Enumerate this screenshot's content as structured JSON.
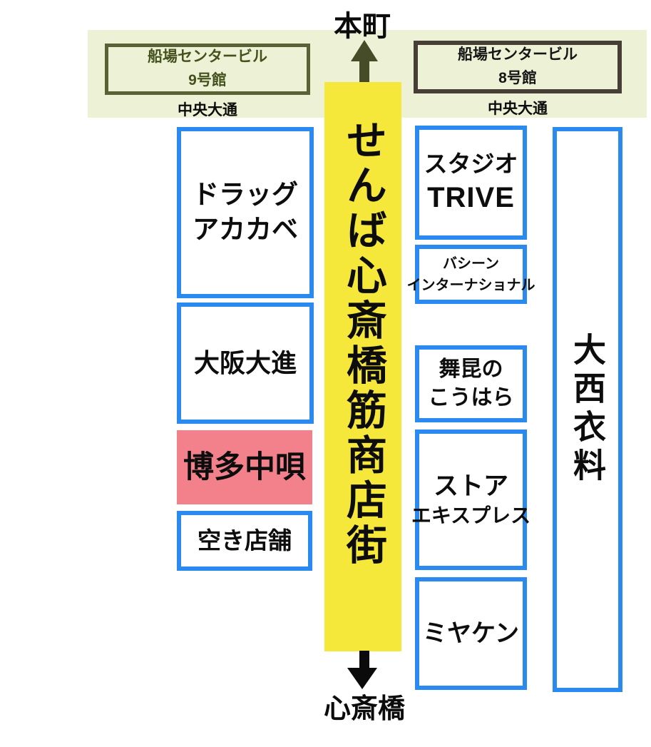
{
  "map": {
    "type": "shopping-street-map",
    "street": {
      "name": "せんば心斎橋筋商店街",
      "strip_color": "#f5e83a"
    },
    "directions": {
      "north": "本町",
      "south": "心斎橋"
    },
    "banner": {
      "background": "#edf2d6",
      "left_building": {
        "line1": "船場センタービル",
        "line2": "9号館",
        "street": "中央大通"
      },
      "right_building": {
        "line1": "船場センタービル",
        "line2": "8号館",
        "street": "中央大通"
      }
    },
    "west_shops": [
      {
        "line1": "ドラッグ",
        "line2": "アカカベ",
        "highlight": false
      },
      {
        "line1": "大阪大進",
        "highlight": false
      },
      {
        "line1": "博多中唄",
        "highlight": true,
        "highlight_color": "#f2818b"
      },
      {
        "line1": "空き店舗",
        "highlight": false
      }
    ],
    "east_shops": [
      {
        "line1": "スタジオ",
        "line2": "TRIVE"
      },
      {
        "line1": "バシーン",
        "line2": "インターナショナル"
      },
      {
        "line1": "舞昆の",
        "line2": "こうはら"
      },
      {
        "line1": "ストア",
        "line2": "エキスプレス"
      },
      {
        "line1": "ミヤケン"
      }
    ],
    "east_building": {
      "name": "大西衣料"
    },
    "colors": {
      "shop_border_blue": "#2b8af0",
      "north_arrow_olive": "#474c28",
      "south_arrow_black": "#0b0b0b",
      "left_banner_border": "#5a6135",
      "right_banner_border": "#473e35"
    }
  }
}
